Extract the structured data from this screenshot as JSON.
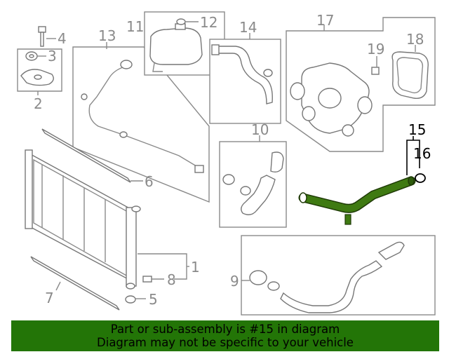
{
  "callouts": {
    "c1": "1",
    "c2": "2",
    "c3": "3",
    "c4": "4",
    "c5": "5",
    "c6": "6",
    "c7": "7",
    "c8": "8",
    "c9": "9",
    "c10": "10",
    "c11": "11",
    "c12": "12",
    "c13": "13",
    "c14": "14",
    "c15": "15",
    "c16": "16",
    "c17": "17",
    "c18": "18",
    "c19": "19"
  },
  "highlight": {
    "part_number": "15",
    "color": "#3f7a12"
  },
  "footer": {
    "line1": "Part or sub-assembly is #15 in diagram",
    "line2": "Diagram may not be specific to your vehicle",
    "background": "#237507"
  }
}
